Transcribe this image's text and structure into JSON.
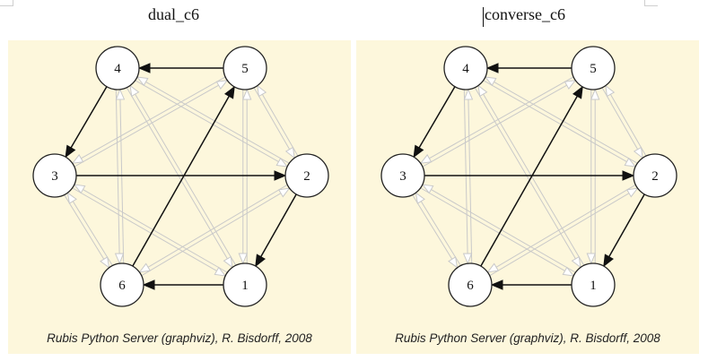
{
  "graphs": [
    {
      "title": "dual_c6",
      "caption": "Rubis Python Server (graphviz), R. Bisdorff, 2008",
      "nodes": [
        "1",
        "2",
        "3",
        "4",
        "5",
        "6"
      ],
      "strong_arcs": [
        [
          "5",
          "4"
        ],
        [
          "4",
          "3"
        ],
        [
          "3",
          "2"
        ],
        [
          "2",
          "1"
        ],
        [
          "1",
          "6"
        ],
        [
          "6",
          "5"
        ]
      ],
      "weak_arcs": [
        [
          "4",
          "6"
        ],
        [
          "6",
          "4"
        ],
        [
          "5",
          "1"
        ],
        [
          "1",
          "5"
        ],
        [
          "3",
          "5"
        ],
        [
          "5",
          "3"
        ],
        [
          "2",
          "6"
        ],
        [
          "6",
          "2"
        ],
        [
          "3",
          "1"
        ],
        [
          "1",
          "3"
        ],
        [
          "2",
          "4"
        ],
        [
          "4",
          "2"
        ],
        [
          "3",
          "6"
        ],
        [
          "6",
          "3"
        ],
        [
          "5",
          "2"
        ],
        [
          "2",
          "5"
        ],
        [
          "4",
          "1"
        ],
        [
          "1",
          "4"
        ]
      ]
    },
    {
      "title": "converse_c6",
      "caption": "Rubis Python Server (graphviz), R. Bisdorff, 2008",
      "nodes": [
        "1",
        "2",
        "3",
        "4",
        "5",
        "6"
      ],
      "strong_arcs": [
        [
          "5",
          "4"
        ],
        [
          "4",
          "3"
        ],
        [
          "3",
          "2"
        ],
        [
          "2",
          "1"
        ],
        [
          "1",
          "6"
        ],
        [
          "6",
          "5"
        ]
      ],
      "weak_arcs": [
        [
          "4",
          "6"
        ],
        [
          "6",
          "4"
        ],
        [
          "5",
          "1"
        ],
        [
          "1",
          "5"
        ],
        [
          "3",
          "5"
        ],
        [
          "5",
          "3"
        ],
        [
          "2",
          "6"
        ],
        [
          "6",
          "2"
        ],
        [
          "3",
          "1"
        ],
        [
          "1",
          "3"
        ],
        [
          "2",
          "4"
        ],
        [
          "4",
          "2"
        ],
        [
          "3",
          "6"
        ],
        [
          "6",
          "3"
        ],
        [
          "5",
          "2"
        ],
        [
          "2",
          "5"
        ],
        [
          "4",
          "1"
        ],
        [
          "1",
          "4"
        ]
      ]
    }
  ]
}
